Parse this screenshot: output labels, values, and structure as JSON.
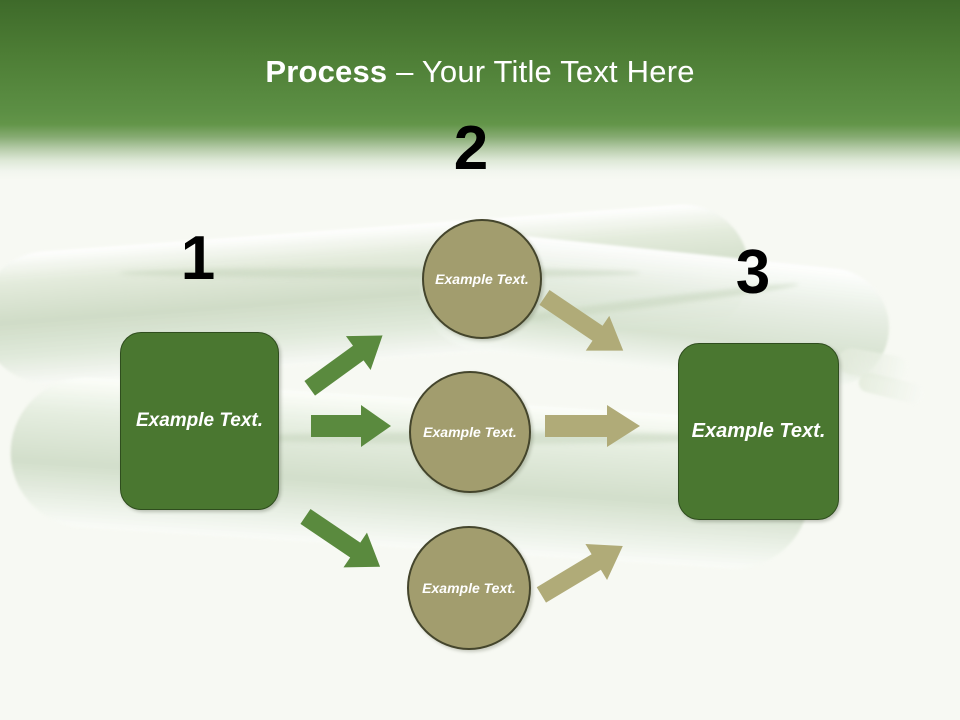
{
  "slide": {
    "title_bold": "Process",
    "title_rest": " – Your Title Text Here",
    "background_color": "#f7f9f3",
    "background_image": "cucumbers-photo-faded"
  },
  "header": {
    "gradient_top_color": "#3e6a2a",
    "gradient_mid_color": "#5c8f44",
    "gradient_bottom_color": "#ffffff",
    "title_color": "#ffffff"
  },
  "diagram": {
    "colors": {
      "box_fill": "#4a7730",
      "box_border": "#2f4d1e",
      "circle_fill": "#a29d6e",
      "circle_border": "#44452c",
      "green_arrow": "#5a8a3e",
      "khaki_arrow": "#b0ab78",
      "number_color": "#000000",
      "node_text_color": "#ffffff"
    },
    "step_numbers": [
      {
        "label": "1",
        "name": "step-number-1"
      },
      {
        "label": "2",
        "name": "step-number-2"
      },
      {
        "label": "3",
        "name": "step-number-3"
      }
    ],
    "input_box": {
      "text": "Example Text."
    },
    "output_box": {
      "text": "Example Text."
    },
    "circles": [
      {
        "text": "Example Text.",
        "position": "top"
      },
      {
        "text": "Example Text.",
        "position": "middle"
      },
      {
        "text": "Example Text.",
        "position": "bottom"
      }
    ],
    "arrows": [
      {
        "name": "arrow-input-to-top",
        "color": "#5a8a3e",
        "direction": "up-right"
      },
      {
        "name": "arrow-input-to-middle",
        "color": "#5a8a3e",
        "direction": "right"
      },
      {
        "name": "arrow-input-to-bottom",
        "color": "#5a8a3e",
        "direction": "down-right"
      },
      {
        "name": "arrow-top-to-output",
        "color": "#b0ab78",
        "direction": "down-right"
      },
      {
        "name": "arrow-middle-to-output",
        "color": "#b0ab78",
        "direction": "right"
      },
      {
        "name": "arrow-bottom-to-output",
        "color": "#b0ab78",
        "direction": "up-right"
      }
    ]
  }
}
